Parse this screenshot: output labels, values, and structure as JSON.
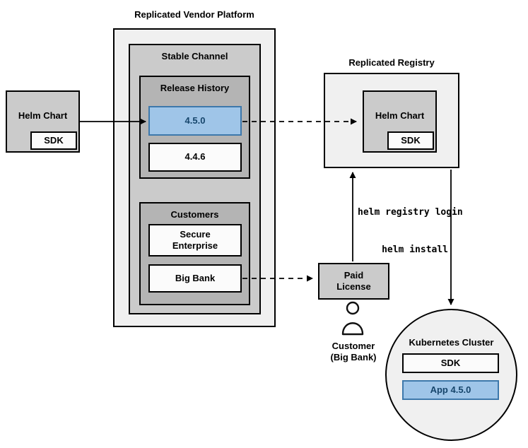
{
  "diagram": {
    "vendor_platform": {
      "title": "Replicated Vendor Platform",
      "stable_channel": {
        "title": "Stable Channel",
        "release_history": {
          "title": "Release History",
          "current_version": "4.5.0",
          "previous_version": "4.4.6"
        },
        "customers": {
          "title": "Customers",
          "customer_1": "Secure Enterprise",
          "customer_2": "Big Bank"
        }
      }
    },
    "source_chart": {
      "label": "Helm Chart",
      "sdk_label": "SDK"
    },
    "registry": {
      "title": "Replicated Registry",
      "chart_label": "Helm Chart",
      "sdk_label": "SDK"
    },
    "paid_license": {
      "label": "Paid License"
    },
    "customer_actor": {
      "label": "Customer (Big Bank)"
    },
    "cluster": {
      "title": "Kubernetes Cluster",
      "sdk_label": "SDK",
      "app_label": "App 4.5.0"
    },
    "edge_labels": {
      "registry_login": "helm registry login",
      "install": "helm install"
    }
  },
  "colors": {
    "highlight_fill": "#9fc5e8",
    "highlight_border": "#3d78ab",
    "highlight_text": "#16456b",
    "container_light": "#f0f0f0",
    "container_mid": "#cbcbcb",
    "container_dark": "#b4b4b4"
  }
}
